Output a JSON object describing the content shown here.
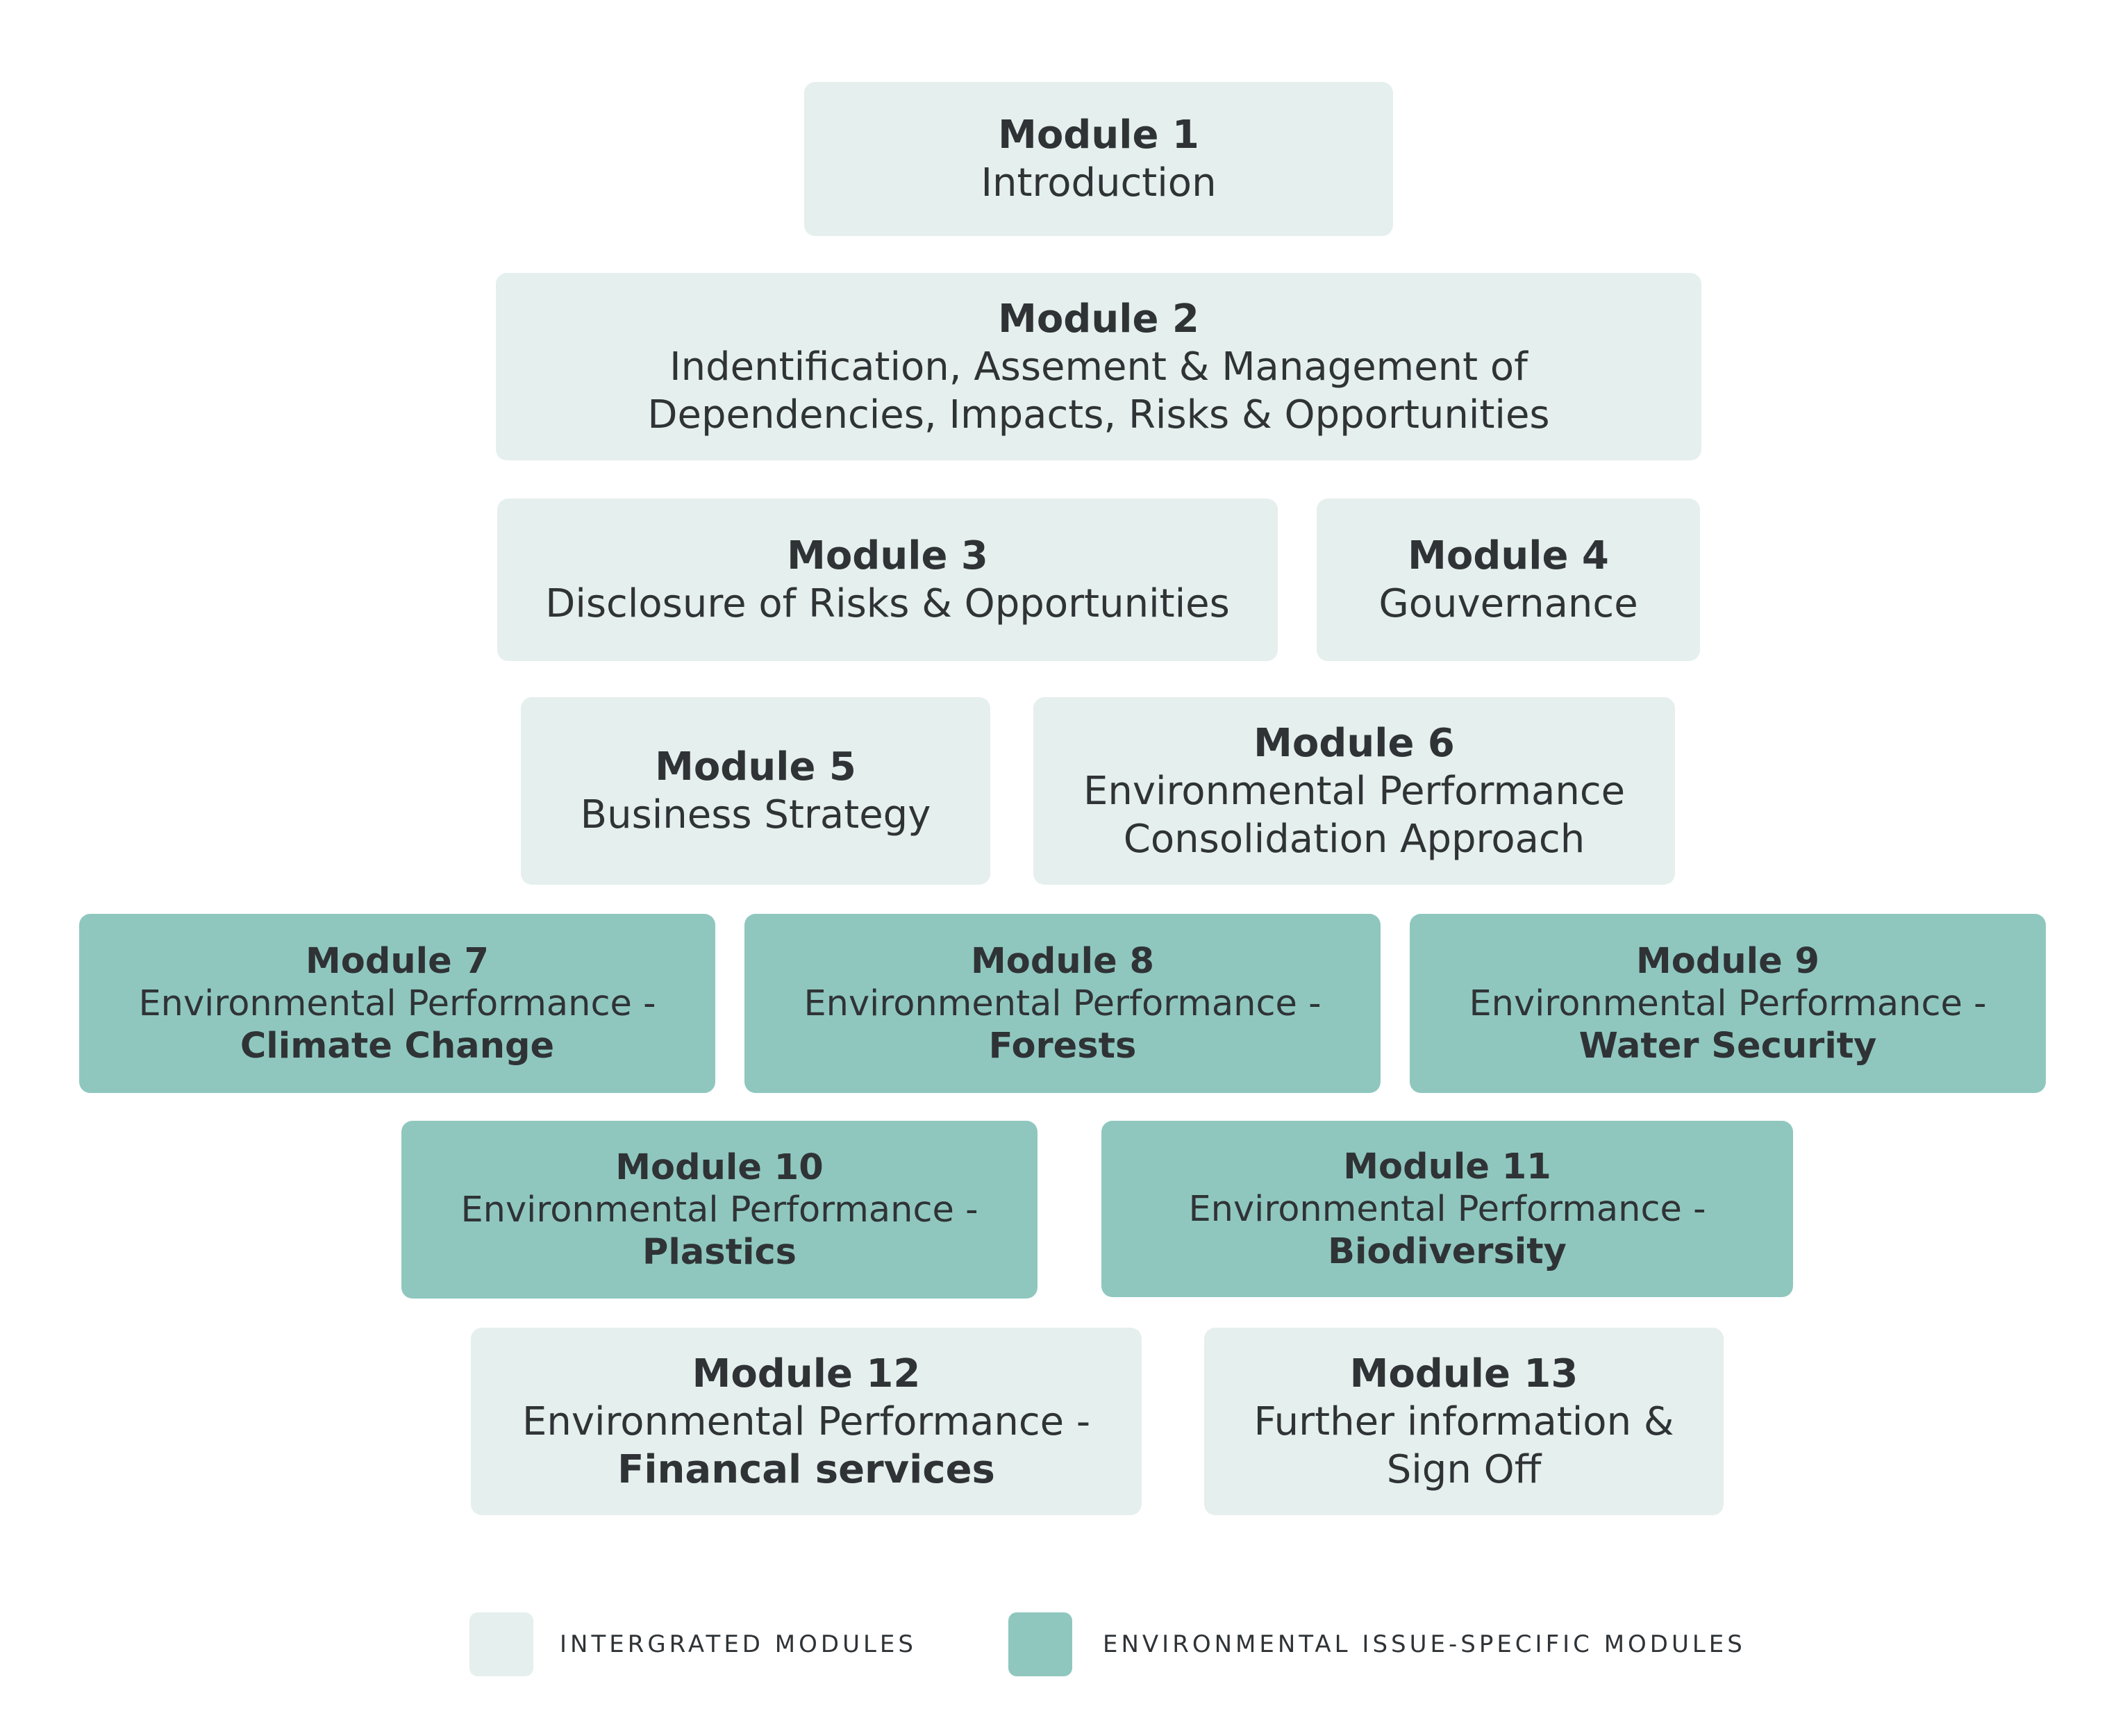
{
  "colors": {
    "integrated": "#e5efed",
    "specific": "#8fc7bf",
    "text": "#2f3336"
  },
  "modules": [
    {
      "title": "Module 1",
      "desc": "Introduction",
      "topic": "",
      "type": "integrated"
    },
    {
      "title": "Module 2",
      "desc": "Indentification, Assement & Management of\nDependencies, Impacts, Risks & Opportunities",
      "topic": "",
      "type": "integrated"
    },
    {
      "title": "Module 3",
      "desc": "Disclosure of Risks & Opportunities",
      "topic": "",
      "type": "integrated"
    },
    {
      "title": "Module 4",
      "desc": "Gouvernance",
      "topic": "",
      "type": "integrated"
    },
    {
      "title": "Module 5",
      "desc": "Business Strategy",
      "topic": "",
      "type": "integrated"
    },
    {
      "title": "Module 6",
      "desc": "Environmental Performance\nConsolidation Approach",
      "topic": "",
      "type": "integrated"
    },
    {
      "title": "Module 7",
      "desc": "Environmental Performance -",
      "topic": "Climate Change",
      "type": "specific"
    },
    {
      "title": "Module 8",
      "desc": "Environmental Performance -",
      "topic": "Forests",
      "type": "specific"
    },
    {
      "title": "Module 9",
      "desc": "Environmental Performance -",
      "topic": "Water Security",
      "type": "specific"
    },
    {
      "title": "Module 10",
      "desc": "Environmental Performance -",
      "topic": "Plastics",
      "type": "specific"
    },
    {
      "title": "Module 11",
      "desc": "Environmental Performance -",
      "topic": "Biodiversity",
      "type": "specific"
    },
    {
      "title": "Module 12",
      "desc": "Environmental Performance -",
      "topic": "Financal services",
      "type": "integrated"
    },
    {
      "title": "Module 13",
      "desc": "Further information &\nSign Off",
      "topic": "",
      "type": "integrated"
    }
  ],
  "legend": [
    {
      "label": "INTERGRATED MODULES",
      "type": "integrated"
    },
    {
      "label": "ENVIRONMENTAL ISSUE-SPECIFIC MODULES",
      "type": "specific"
    }
  ]
}
